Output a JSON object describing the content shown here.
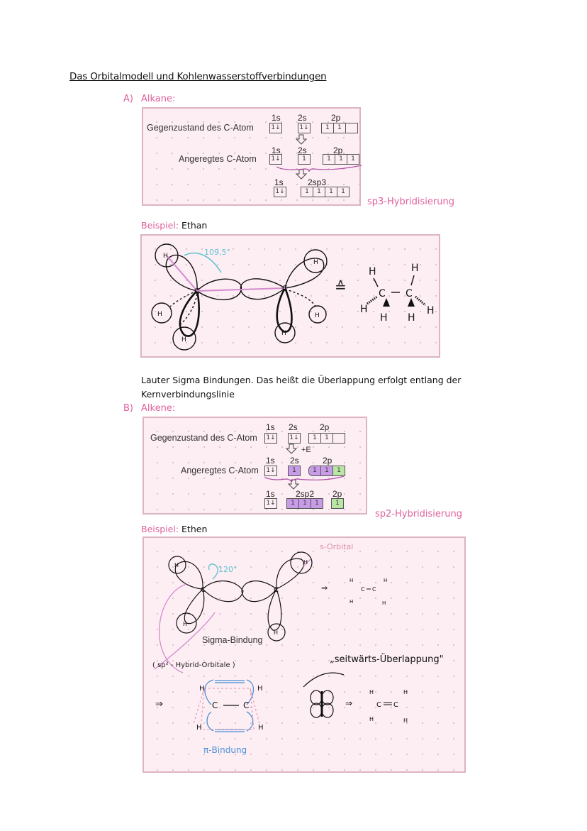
{
  "document": {
    "title": "Das Orbitalmodell und Kohlenwasserstoffverbindungen",
    "sections": [
      {
        "marker": "A)",
        "heading": "Alkane:",
        "config_diagram": {
          "ground_state_label": "Gegenzustand des C-Atom",
          "excited_state_label": "Angeregtes C-Atom",
          "ground_state": {
            "1s": [
              "1↓"
            ],
            "2s": [
              "1↓"
            ],
            "2p": [
              "1",
              "1",
              ""
            ]
          },
          "excited_state": {
            "1s": [
              "1↓"
            ],
            "2s": [
              "1"
            ],
            "2p": [
              "1",
              "1",
              "1"
            ]
          },
          "hybrid": {
            "1s": [
              "1↓"
            ],
            "2sp3": [
              "1",
              "1",
              "1",
              "1"
            ]
          },
          "labels": {
            "s1": "1s",
            "s2": "2s",
            "p2": "2p",
            "hyb": "2sp3"
          }
        },
        "hybridization": "sp3-Hybridisierung",
        "example_label": "Beispiel:",
        "example_name": "Ethan",
        "sketch": {
          "angle": "109,5°",
          "atoms": [
            "C",
            "C",
            "H",
            "H",
            "H",
            "H",
            "H",
            "H"
          ],
          "equals_symbol": "≙",
          "structure": {
            "h": "H",
            "c": "C"
          }
        },
        "note": "Lauter Sigma Bindungen. Das heißt die Überlappung erfolgt entlang der Kernverbindungslinie"
      },
      {
        "marker": "B)",
        "heading": "Alkene:",
        "config_diagram": {
          "ground_state_label": "Gegenzustand des C-Atom",
          "excited_state_label": "Angeregtes C-Atom",
          "energy_label": "+E",
          "ground_state": {
            "1s": [
              "1↓"
            ],
            "2s": [
              "1↓"
            ],
            "2p": [
              "1",
              "1",
              ""
            ]
          },
          "excited_state": {
            "1s": [
              "1↓"
            ],
            "2s": [
              "1"
            ],
            "2p": [
              "1",
              "1",
              "1"
            ]
          },
          "hybrid": {
            "1s": [
              "1↓"
            ],
            "2sp2": [
              "1",
              "1",
              "1"
            ],
            "2p": [
              "1"
            ]
          },
          "labels": {
            "s1": "1s",
            "s2": "2s",
            "p2": "2p",
            "hyb": "2sp2"
          }
        },
        "hybridization": "sp2-Hybridisierung",
        "example_label": "Beispiel:",
        "example_name": "Ethen",
        "sketch": {
          "angle": "120°",
          "s_orbital_label": "s-Orbital",
          "sigma_label": "Sigma-Bindung",
          "hybrid_orbital_label": "( sp² - Hybrid-Orbitale )",
          "sideways_label": "„seitwärts-Überlappung\"",
          "pi_label": "π-Bindung",
          "arrow": "⇒"
        }
      }
    ],
    "colors": {
      "accent_pink": "#e0609e",
      "card_bg": "#fdeef3",
      "card_border": "#dcb4c4",
      "hybrid_purple": "#c79be6",
      "p_green": "#b9e6a4",
      "angle_cyan": "#5fc3cf",
      "pi_blue": "#4a8fd6"
    }
  }
}
